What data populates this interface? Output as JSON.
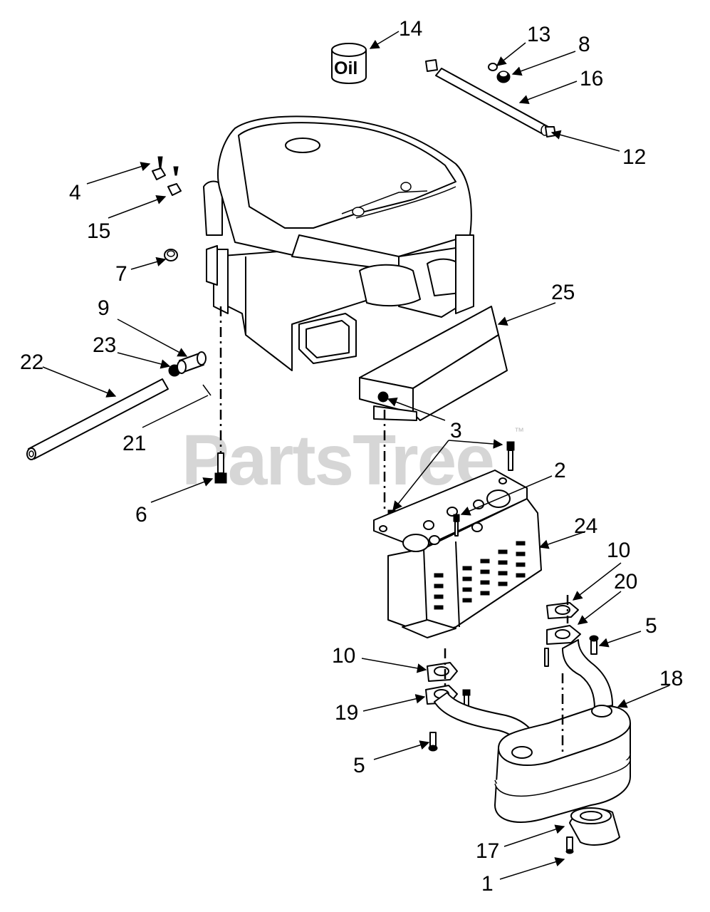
{
  "watermark": {
    "text": "PartsTree",
    "trademark": "™"
  },
  "oil_label": "Oil",
  "callouts": {
    "c1": "1",
    "c2": "2",
    "c3": "3",
    "c4": "4",
    "c5a": "5",
    "c5b": "5",
    "c6": "6",
    "c7": "7",
    "c8": "8",
    "c9": "9",
    "c10a": "10",
    "c10b": "10",
    "c12": "12",
    "c13": "13",
    "c14": "14",
    "c15": "15",
    "c16": "16",
    "c17": "17",
    "c18": "18",
    "c19": "19",
    "c20": "20",
    "c21": "21",
    "c22": "22",
    "c23": "23",
    "c24": "24",
    "c25": "25"
  }
}
